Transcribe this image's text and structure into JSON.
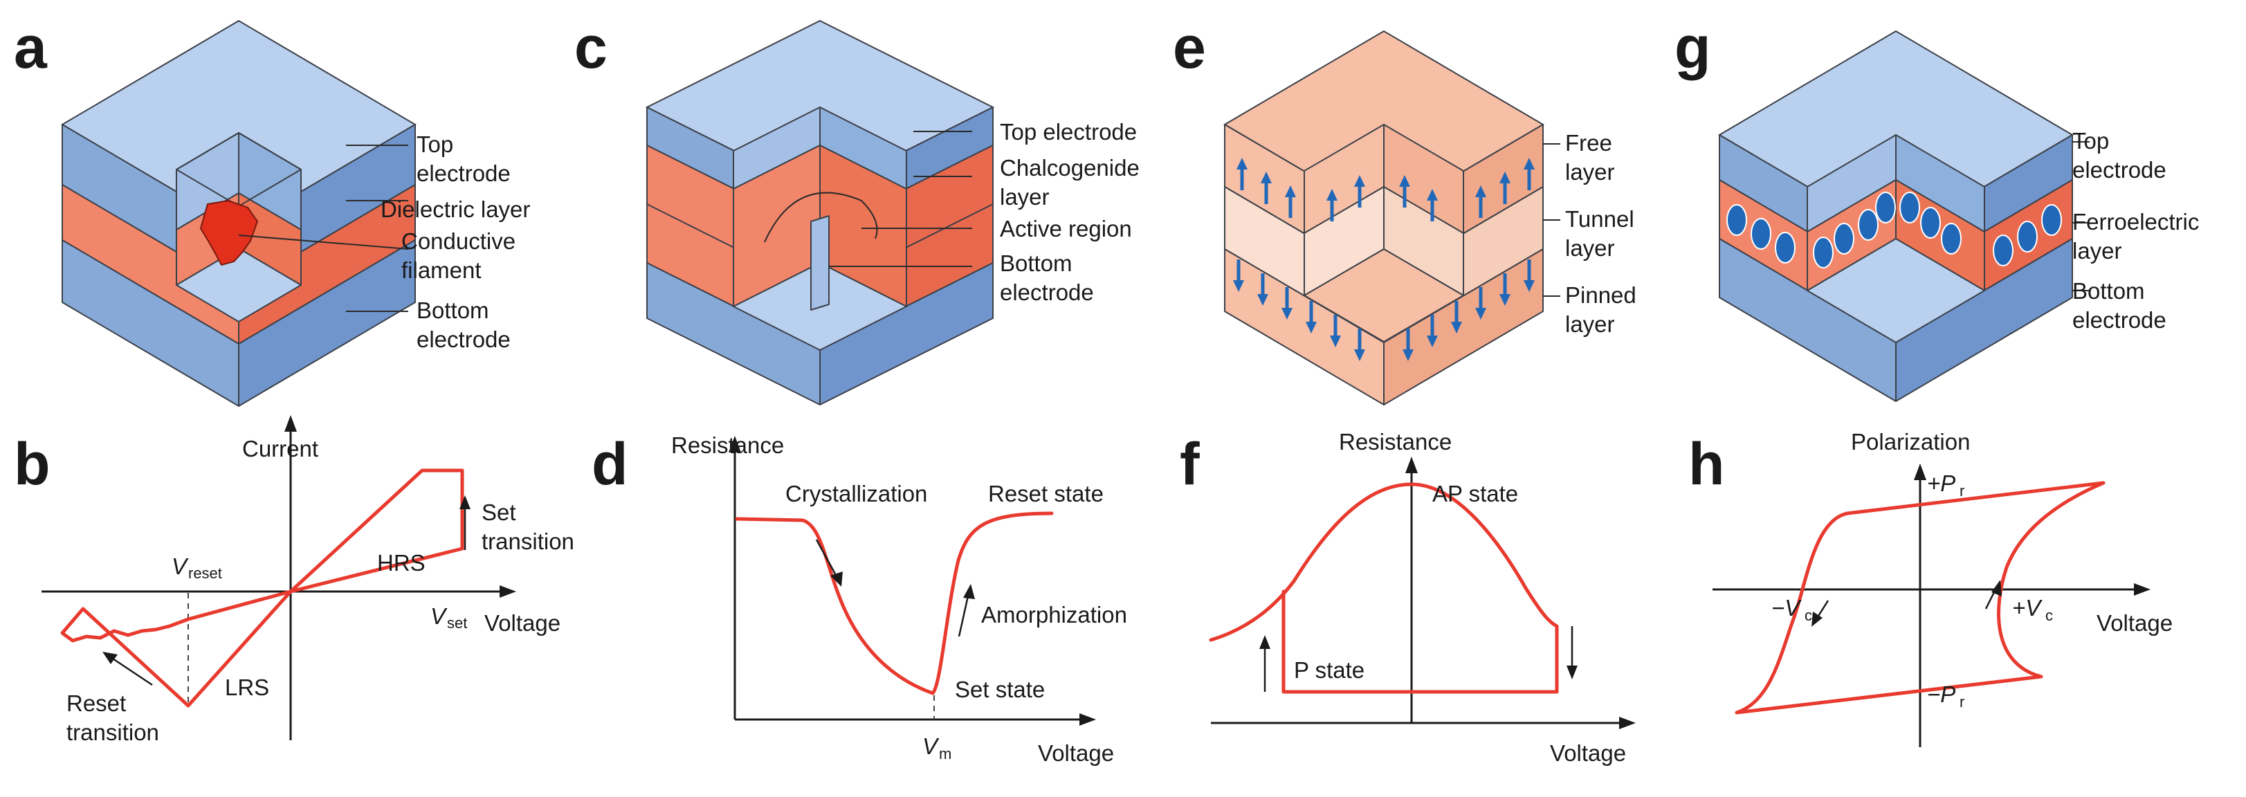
{
  "colors": {
    "electrode": "#a4c0e6",
    "electrode_side_left": "#87a9d8",
    "electrode_side_right": "#6f95cc",
    "electrode_top": "#b9d0ef",
    "dielectric": "#f1866a",
    "dielectric_right": "#e8694d",
    "magnetic_layer": "#f7bfa6",
    "magnetic_layer_right": "#f0a88a",
    "tunnel_layer": "#fbe0d2",
    "tunnel_layer_right": "#f6cdb8",
    "filament": "#e2301d",
    "curve": "#e83a2e",
    "spin_arrow": "#2268b8",
    "ferro_ion": "#2268b8"
  },
  "panels": {
    "a": {
      "letter": "a",
      "labels": {
        "top_electrode_1": "Top",
        "top_electrode_2": "electrode",
        "dielectric": "Dielectric layer",
        "filament_1": "Conductive",
        "filament_2": "filament",
        "bottom_electrode_1": "Bottom",
        "bottom_electrode_2": "electrode"
      }
    },
    "b": {
      "letter": "b",
      "y_axis": "Current",
      "x_axis": "Voltage",
      "v_reset": "V",
      "v_reset_sub": "reset",
      "v_set": "V",
      "v_set_sub": "set",
      "hrs": "HRS",
      "lrs": "LRS",
      "set_transition_1": "Set",
      "set_transition_2": "transition",
      "reset_transition_1": "Reset",
      "reset_transition_2": "transition"
    },
    "c": {
      "letter": "c",
      "labels": {
        "top_electrode": "Top electrode",
        "chalcogenide_1": "Chalcogenide",
        "chalcogenide_2": "layer",
        "active_region": "Active region",
        "bottom_electrode_1": "Bottom",
        "bottom_electrode_2": "electrode"
      }
    },
    "d": {
      "letter": "d",
      "y_axis": "Resistance",
      "x_axis": "Voltage",
      "crystallization": "Crystallization",
      "reset_state": "Reset state",
      "amorphization": "Amorphization",
      "set_state": "Set state",
      "vm": "V",
      "vm_sub": "m"
    },
    "e": {
      "letter": "e",
      "labels": {
        "free_1": "Free",
        "free_2": "layer",
        "tunnel_1": "Tunnel",
        "tunnel_2": "layer",
        "pinned_1": "Pinned",
        "pinned_2": "layer"
      }
    },
    "f": {
      "letter": "f",
      "y_axis": "Resistance",
      "x_axis": "Voltage",
      "ap_state": "AP state",
      "p_state": "P state"
    },
    "g": {
      "letter": "g",
      "labels": {
        "top_electrode_1": "Top",
        "top_electrode_2": "electrode",
        "ferro_1": "Ferroelectric",
        "ferro_2": "layer",
        "bottom_electrode_1": "Bottom",
        "bottom_electrode_2": "electrode"
      }
    },
    "h": {
      "letter": "h",
      "y_axis": "Polarization",
      "x_axis": "Voltage",
      "plus_pr": "+P",
      "minus_pr": "−P",
      "pr_sub": "r",
      "minus_vc": "−V",
      "plus_vc": "+V",
      "vc_sub": "c"
    }
  }
}
